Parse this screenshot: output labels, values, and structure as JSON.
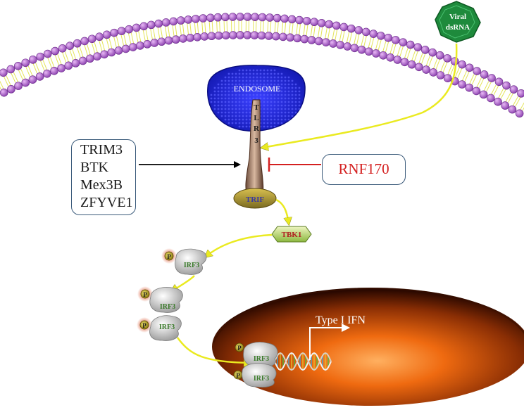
{
  "labels": {
    "viral_line1": "Viral",
    "viral_line2": "dsRNA",
    "endosome": "ENDOSOME",
    "tlr3_letters": [
      "T",
      "L",
      "R",
      "3"
    ],
    "trif": "TRIF",
    "tbk1": "TBK1",
    "irf3": "IRF3",
    "phospho": "P",
    "type1_ifn": "Type I IFN"
  },
  "positive_regulators": [
    "TRIM3",
    "BTK",
    "Mex3B",
    "ZFYVE1"
  ],
  "negative_regulator": "RNF170",
  "colors": {
    "lipid_head": "#a656c7",
    "lipid_tail": "#ecec66",
    "endosome": "#1f24d0",
    "virus": "#1e8a3c",
    "yellow_arrow": "#eaea20",
    "rnf170": "#d42020",
    "nucleus_center": "#ff8a2a",
    "nucleus_edge": "#4a1400",
    "box_border": "#3a5a7a"
  }
}
